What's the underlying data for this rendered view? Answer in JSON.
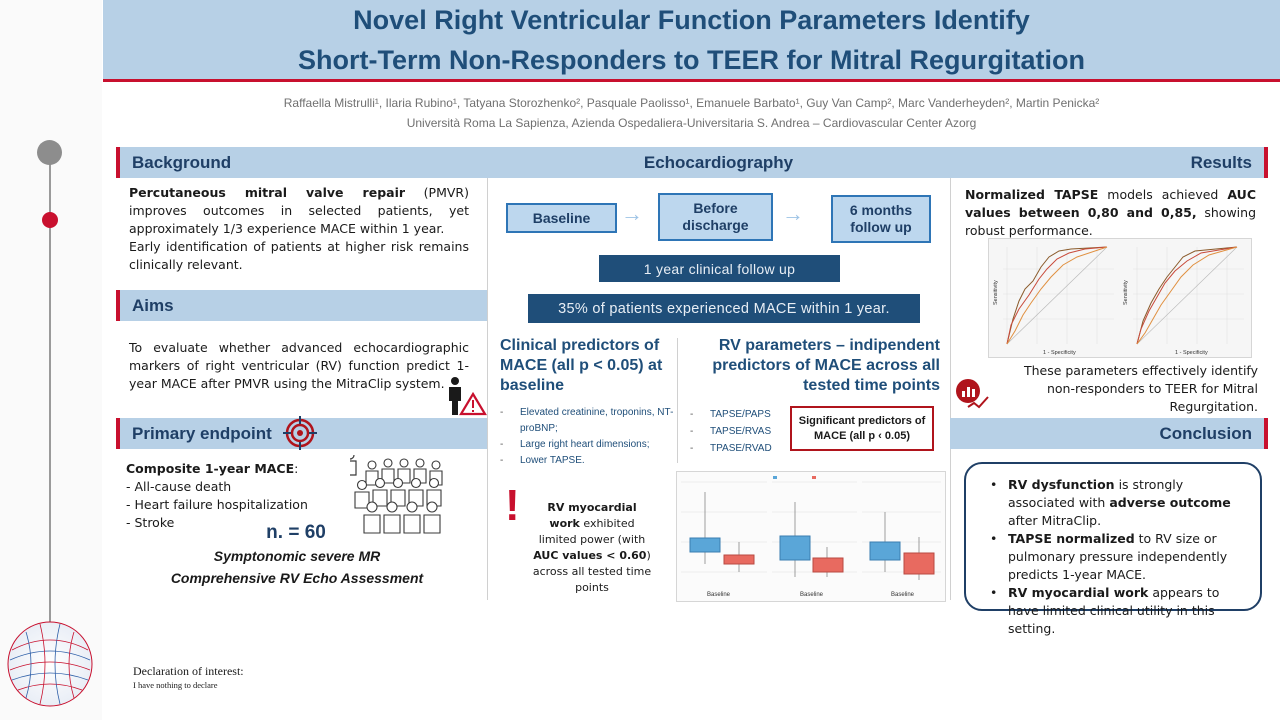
{
  "title": {
    "line1": "Novel Right Ventricular Function Parameters Identify",
    "line2": "Short-Term Non-Responders to TEER for Mitral Regurgitation"
  },
  "authors": "Raffaella Mistrulli¹, Ilaria Rubino¹, Tatyana Storozhenko², Pasquale Paolisso¹, Emanuele Barbato¹, Guy Van Camp², Marc Vanderheyden², Martin Penicka²",
  "affiliation": "Università Roma La Sapienza, Azienda Ospedaliera-Universitaria S. Andrea – Cardiovascular Center Azorg",
  "background": {
    "heading": "Background",
    "p1_bold": "Percutaneous mitral valve repair",
    "p1_rest": " (PMVR) improves outcomes in selected patients, yet approximately 1/3 experience MACE within 1 year.",
    "p2": "Early identification of patients at higher risk remains clinically relevant."
  },
  "aims": {
    "heading": "Aims",
    "text": "To evaluate whether advanced echocardiographic markers of right ventricular (RV) function predict 1-year MACE after PMVR using the MitraClip system."
  },
  "endpoint": {
    "heading": "Primary endpoint",
    "title": "Composite 1-year MACE",
    "items": [
      "- All-cause death",
      "- Heart failure hospitalization",
      "- Stroke"
    ],
    "n": "n. = 60",
    "line1": "Symptonomic severe MR",
    "line2": "Comprehensive RV Echo Assessment"
  },
  "echo": {
    "heading": "Echocardiography",
    "flow": [
      "Baseline",
      "Before discharge",
      "6 months follow up"
    ],
    "followup_bar": "1 year clinical follow up",
    "mace_bar": "35% of patients experienced MACE within 1 year.",
    "clinical_head": "Clinical predictors of MACE (all p < 0.05) at baseline",
    "clinical_items": [
      "Elevated creatinine, troponins, NT-proBNP;",
      "Large right heart dimensions;",
      "Lower TAPSE."
    ],
    "rv_head": "RV parameters – indipendent predictors of MACE across all tested time points",
    "rv_items": [
      "TAPSE/PAPS",
      "TAPSE/RVAS",
      "TPASE/RVAD"
    ],
    "sig_box": "Significant predictors of MACE (all p ‹ 0.05)",
    "work_bold1": "RV myocardial work",
    "work_rest1": " exhibited limited power (with ",
    "work_bold2": "AUC values < 0.60",
    "work_rest2": ") across all tested time points",
    "box_xlabels": [
      "Baseline",
      "Baseline",
      "Baseline"
    ],
    "exclamation": "!"
  },
  "results": {
    "heading": "Results",
    "text_b1": "Normalized TAPSE",
    "text_r1": " models achieved ",
    "text_b2": "AUC values between 0,80 and 0,85,",
    "text_r2": " showing robust performance.",
    "roc_xlabel": "1 - Specificity",
    "roc_ylabel": "Sensitivity",
    "caption": "These parameters effectively identify non-responders to TEER for Mitral Regurgitation."
  },
  "conclusion": {
    "heading": "Conclusion",
    "items": [
      {
        "bold": "RV dysfunction",
        "rest": " is strongly associated with ",
        "bold2": "adverse outcome",
        "rest2": " after MitraClip."
      },
      {
        "bold": "TAPSE normalized",
        "rest": " to RV size or pulmonary pressure independently predicts 1-year MACE.",
        "bold2": "",
        "rest2": ""
      },
      {
        "bold": "RV myocardial work",
        "rest": " appears to have limited clinical utility in this setting.",
        "bold2": "",
        "rest2": ""
      }
    ]
  },
  "declaration": {
    "title": "Declaration of interest:",
    "text": "I have nothing to declare"
  },
  "colors": {
    "accent_red": "#c8102e",
    "header_blue": "#b7d0e6",
    "navy": "#1f4e79"
  }
}
